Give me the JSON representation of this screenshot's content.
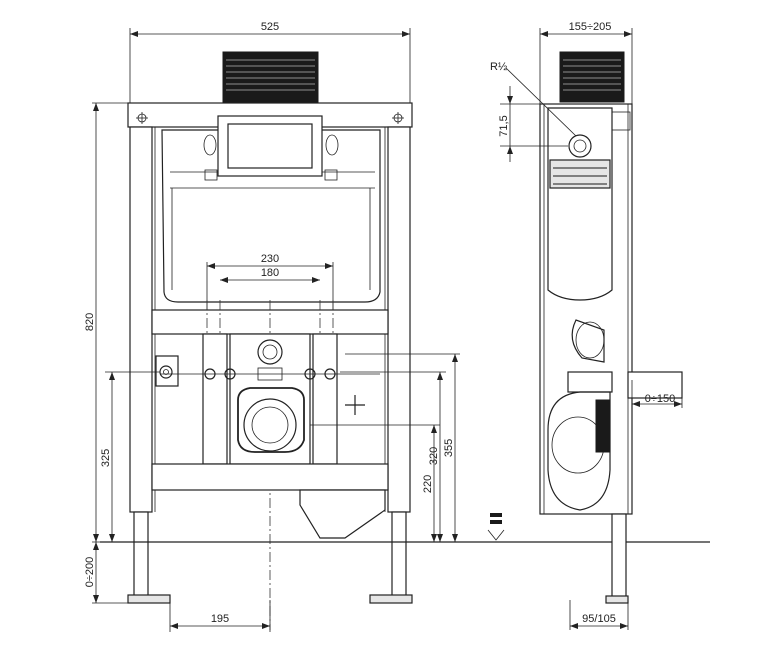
{
  "front_view": {
    "width_label": "525",
    "height_label": "820",
    "outer_centres_label": "230",
    "inner_centres_label": "180",
    "axis_label": "195",
    "feet_label": "0÷200",
    "drain_height_label": "325",
    "h220_label": "220",
    "h320_label": "320",
    "h355_label": "355"
  },
  "side_view": {
    "depth_label": "155÷205",
    "thread_label": "R½",
    "offset_label": "71,5",
    "pipe_label": "0÷150",
    "foot_label": "95/105"
  },
  "colors": {
    "line": "#222222",
    "fill": "#ffffff",
    "accent": "#1a1a1a"
  }
}
